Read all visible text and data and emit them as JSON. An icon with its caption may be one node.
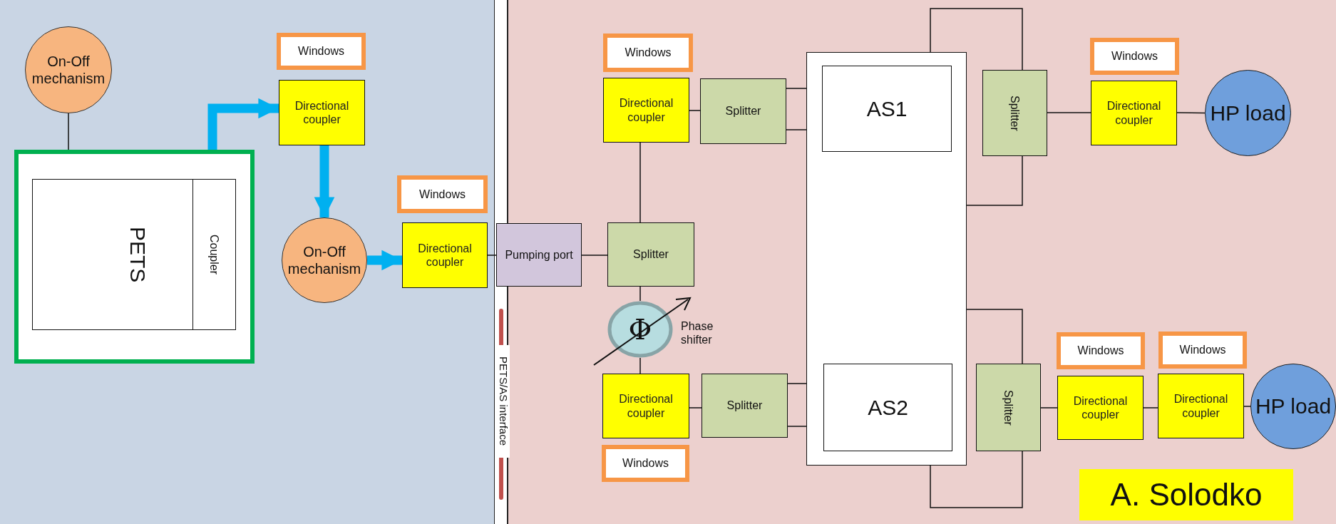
{
  "diagram": {
    "nodes": [
      {
        "text": [
          "On-Off mechanism"
        ]
      },
      {
        "text": [],
        "shape": "box"
      },
      {
        "text": [
          "PETS"
        ],
        "in": 1
      },
      {
        "text": [
          "Coupler"
        ],
        "in": 1
      },
      {
        "text": [
          "Windows"
        ]
      },
      {
        "text": [
          "Directional coupler"
        ]
      },
      {
        "text": [
          "On-Off mechanism"
        ]
      },
      {
        "text": [
          "Windows"
        ]
      },
      {
        "text": [
          "Directional coupler"
        ]
      },
      {
        "text": [
          "Pumping port"
        ]
      },
      {
        "text": [
          "Windows"
        ]
      },
      {
        "text": [
          "Directional coupler"
        ]
      },
      {
        "text": [
          "Splitter"
        ]
      },
      {
        "text": [
          "Splitter"
        ]
      },
      {
        "text": [
          "Φ"
        ],
        "beside": [
          "Phase shifter"
        ]
      },
      {
        "text": [
          "Directional coupler"
        ]
      },
      {
        "text": [
          "Windows"
        ]
      },
      {
        "text": [
          "Splitter"
        ]
      },
      {
        "text": [],
        "shape": "box"
      },
      {
        "text": [
          "AS1"
        ],
        "in": 18
      },
      {
        "text": [
          "AS2"
        ],
        "in": 18
      },
      {
        "text": [
          "Splitter"
        ]
      },
      {
        "text": [
          "Windows"
        ]
      },
      {
        "text": [
          "Directional coupler"
        ]
      },
      {
        "text": [
          "HP load"
        ]
      },
      {
        "text": [
          "Splitter"
        ]
      },
      {
        "text": [
          "Windows"
        ]
      },
      {
        "text": [
          "Windows"
        ]
      },
      {
        "text": [
          "Directional coupler"
        ]
      },
      {
        "text": [
          "Directional coupler"
        ]
      },
      {
        "text": [
          "HP load"
        ]
      },
      {
        "text": [
          "A. Solodko"
        ]
      }
    ],
    "edges": [
      {
        "from": 0,
        "to": 2,
        "arrow": "none"
      },
      {
        "from": 3,
        "to": 5,
        "arrow": "to",
        "style": "thick",
        "color": "#00b0f0"
      },
      {
        "from": 5,
        "to": 6,
        "arrow": "to",
        "style": "thick",
        "color": "#00b0f0"
      },
      {
        "from": 6,
        "to": 8,
        "arrow": "to",
        "style": "thick",
        "color": "#00b0f0"
      },
      {
        "from": 8,
        "to": 9,
        "arrow": "none"
      },
      {
        "from": 9,
        "to": 13,
        "arrow": "none"
      },
      {
        "from": 13,
        "to": 11,
        "arrow": "none"
      },
      {
        "from": 11,
        "to": 12,
        "arrow": "none"
      },
      {
        "from": 12,
        "to": 19,
        "arrow": "none"
      },
      {
        "from": 12,
        "to": 19,
        "arrow": "none"
      },
      {
        "from": 13,
        "to": 14,
        "arrow": "none"
      },
      {
        "from": 14,
        "to": 15,
        "arrow": "none"
      },
      {
        "from": 15,
        "to": 17,
        "arrow": "none"
      },
      {
        "from": 17,
        "to": 20,
        "arrow": "none"
      },
      {
        "from": 17,
        "to": 20,
        "arrow": "none"
      },
      {
        "from": 19,
        "to": 21,
        "arrow": "none"
      },
      {
        "from": 19,
        "to": 21,
        "arrow": "none"
      },
      {
        "from": 21,
        "to": 23,
        "arrow": "none"
      },
      {
        "from": 23,
        "to": 24,
        "arrow": "none"
      },
      {
        "from": 20,
        "to": 25,
        "arrow": "none"
      },
      {
        "from": 20,
        "to": 25,
        "arrow": "none"
      },
      {
        "from": 25,
        "to": 28,
        "arrow": "none"
      },
      {
        "from": 28,
        "to": 29,
        "arrow": "none"
      },
      {
        "from": 29,
        "to": 30,
        "arrow": "none"
      }
    ],
    "labels": [
      "PETS/AS interface"
    ]
  }
}
